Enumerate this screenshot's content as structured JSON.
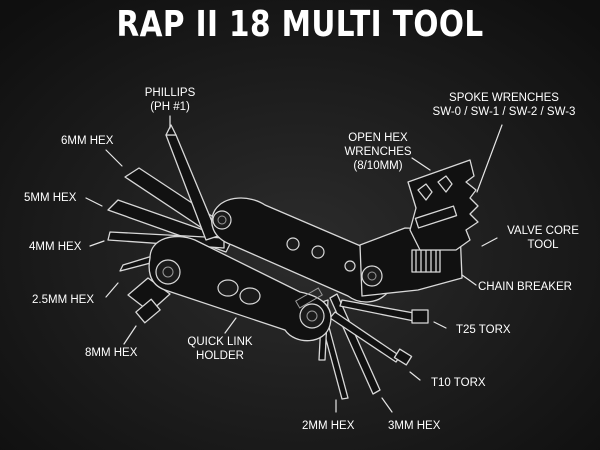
{
  "title": "RAP II 18 MULTI TOOL",
  "labels": {
    "phillips_1": "PHILLIPS",
    "phillips_2": "(PH #1)",
    "hex6": "6MM HEX",
    "hex5": "5MM HEX",
    "hex4": "4MM HEX",
    "hex25": "2.5MM HEX",
    "hex8": "8MM HEX",
    "quick_1": "QUICK LINK",
    "quick_2": "HOLDER",
    "hex2": "2MM HEX",
    "hex3": "3MM HEX",
    "t10": "T10 TORX",
    "t25": "T25 TORX",
    "chain": "CHAIN BREAKER",
    "valve_1": "VALVE CORE",
    "valve_2": "TOOL",
    "open_1": "OPEN HEX",
    "open_2": "WRENCHES",
    "open_3": "(8/10MM)",
    "spoke_1": "SPOKE WRENCHES",
    "spoke_2": "SW-0 / SW-1 / SW-2 / SW-3"
  },
  "colors": {
    "background": "#1c1c1c",
    "tool_body": "#111111",
    "outline": "#d8d8d8",
    "text": "#ffffff"
  }
}
